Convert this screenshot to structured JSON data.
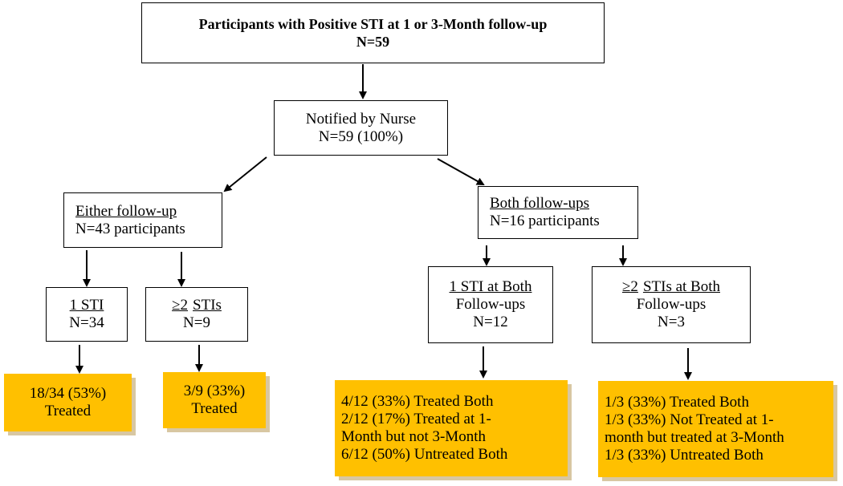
{
  "colors": {
    "outcome_fill": "#ffc000",
    "outcome_shadow": "#d8c7a2",
    "line": "#000000"
  },
  "top": {
    "title": "Participants with Positive STI at 1 or 3-Month follow-up",
    "n": "N=59"
  },
  "notified": {
    "line1": "Notified by Nurse",
    "line2": "N=59 (100%)"
  },
  "either": {
    "label": "Either follow-up",
    "n": "N=43 participants"
  },
  "both": {
    "label": "Both follow-ups",
    "n": "N=16 participants"
  },
  "one_sti": {
    "label": "1 STI",
    "n": "N=34"
  },
  "two_stis": {
    "symbol": "≥2",
    "label": "STIs",
    "n": "N=9"
  },
  "one_sti_both": {
    "label": "1 STI at Both",
    "line2": "Follow-ups",
    "n": "N=12"
  },
  "two_stis_both": {
    "symbol": "≥2",
    "label": "STIs at Both",
    "line2": "Follow-ups",
    "n": "N=3"
  },
  "outcome_one_sti": {
    "line1": "18/34 (53%)",
    "line2": "Treated"
  },
  "outcome_two_stis": {
    "line1": "3/9 (33%)",
    "line2": "Treated"
  },
  "outcome_one_sti_both": {
    "lines": [
      "4/12 (33%) Treated Both",
      "2/12 (17%) Treated at 1-",
      "Month but not 3-Month",
      "6/12 (50%) Untreated Both"
    ]
  },
  "outcome_two_stis_both": {
    "lines": [
      "1/3 (33%) Treated Both",
      "1/3 (33%) Not Treated at 1-",
      "month but treated at 3-Month",
      "1/3 (33%) Untreated Both"
    ]
  }
}
